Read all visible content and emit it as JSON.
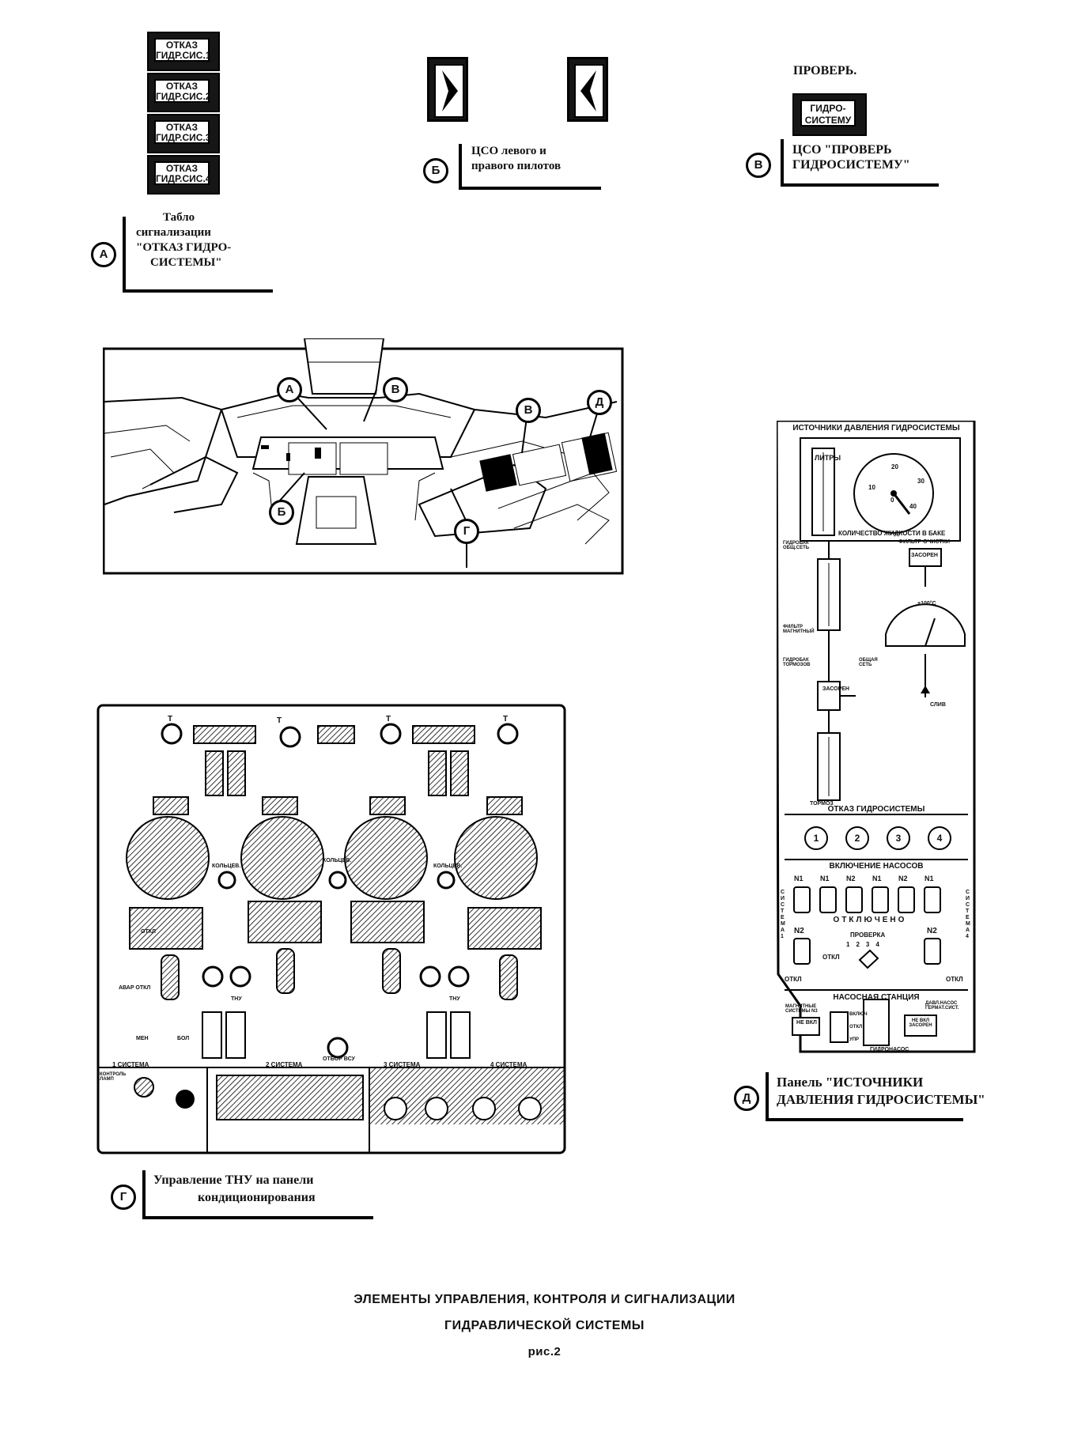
{
  "inset_a": {
    "lamps": [
      {
        "line1": "ОТКАЗ",
        "line2": "ГИДР.СИС.1"
      },
      {
        "line1": "ОТКАЗ",
        "line2": "ГИДР.СИС.2"
      },
      {
        "line1": "ОТКАЗ",
        "line2": "ГИДР.СИС.3"
      },
      {
        "line1": "ОТКАЗ",
        "line2": "ГИДР.СИС.4"
      }
    ],
    "marker": "А",
    "caption": [
      "Табло",
      "сигнализации",
      "\"ОТКАЗ ГИДРО-",
      "СИСТЕМЫ\""
    ]
  },
  "inset_b": {
    "marker": "Б",
    "caption": [
      "ЦСО левого и",
      "правого пилотов"
    ]
  },
  "inset_v": {
    "label_top": "ПРОВЕРЬ.",
    "lamp_line1": "ГИДРО-",
    "lamp_line2": "СИСТЕМУ",
    "marker": "В",
    "caption": [
      "ЦСО \"ПРОВЕРЬ",
      "ГИДРОСИСТЕМУ\""
    ]
  },
  "cockpit": {
    "markers": [
      "А",
      "В",
      "В",
      "Д",
      "Б",
      "Г"
    ]
  },
  "panel_d": {
    "title": "ИСТОЧНИКИ ДАВЛЕНИЯ ГИДРОСИСТЕМЫ",
    "qty_label": "КОЛИЧЕСТВО ЖИДКОСТИ В БАКЕ",
    "gauge_unit": "ЛИТРЫ",
    "gauge_ticks": [
      "0",
      "10",
      "20",
      "30",
      "40"
    ],
    "filter_label": "ФИЛЬТР ОЧИСТКИ",
    "clog_label": "ЗАСОРЕН",
    "clog_label_2": "ЗАСОРЕН",
    "gauge2_label": "+100°С",
    "line_labels": [
      "ГИДРОБАК ОБЩ.СЕТЬ",
      "ФИЛЬТР МАГНИТНЫЙ",
      "ГИДРОБАК ТОРМОЗОВ",
      "ОБЩАЯ СЕТЬ",
      "СЛИВ",
      "ТОРМОЗ"
    ],
    "fail_section": "ОТКАЗ ГИДРОСИСТЕМЫ",
    "fail_numbers": [
      "1",
      "2",
      "3",
      "4"
    ],
    "pump_section": "ВКЛЮЧЕНИЕ НАСОСОВ",
    "pump_labels": [
      "N1",
      "N1",
      "N2",
      "N1",
      "N2",
      "N1"
    ],
    "n2_labels": [
      "N2",
      "N2"
    ],
    "side_labels": [
      "СИСТЕМА 1",
      "СИСТЕМА 4"
    ],
    "off_text": "ОТКЛЮЧЕНО",
    "test_label": "ПРОВЕРКА",
    "otkl": "ОТКЛ",
    "otkl_left": "ОТКЛ",
    "otkl_right": "ОТКЛ",
    "dial_numbers": [
      "1",
      "2",
      "3",
      "4"
    ],
    "pump_station": "НАСОСНАЯ СТАНЦИЯ",
    "ps_left_label": "МАГНИТНЫЕ СИСТЕМЫ N3",
    "ps_btn": "НЕ ВКЛ",
    "ps_switch": [
      "ВКЛЮЧ",
      "ОТКЛ",
      "УПР"
    ],
    "ps_right_label": "ДАВЛ.НАСОС ГЕРМАТ.СИСТ.",
    "ps_right_btn": "НЕ ВКЛ ЗАСОРЕН",
    "ps_bottom": "ГИДРОНАСОС",
    "marker": "Д",
    "caption": [
      "Панель \"ИСТОЧНИКИ",
      "ДАВЛЕНИЯ ГИДРОСИСТЕМЫ\""
    ]
  },
  "panel_g": {
    "system_labels": [
      "1 СИСТЕМА",
      "2 СИСТЕМА",
      "3 СИСТЕМА",
      "4 СИСТЕМА"
    ],
    "ring_labels": [
      "КОЛЬЦЕВ.",
      "КОЛЬЦЕВ.",
      "КОЛЬЦЕВ."
    ],
    "t_labels": [
      "Т",
      "Т",
      "Т",
      "Т"
    ],
    "otkl": "ОТКЛ",
    "avar_label": "АВАР ОТКЛ",
    "men_label": "МЕН",
    "bol_label": "БОЛ",
    "bottom_left": "КОНТРОЛЬ ЛАМП",
    "center_label": "ОТБОР ВСУ",
    "tnu_labels": [
      "ТНУ",
      "ТНУ"
    ],
    "marker": "Г",
    "caption": [
      "Управление ТНУ на панели",
      "кондиционирования"
    ]
  },
  "figure": {
    "title_line1": "ЭЛЕМЕНТЫ УПРАВЛЕНИЯ, КОНТРОЛЯ И СИГНАЛИЗАЦИИ",
    "title_line2": "ГИДРАВЛИЧЕСКОЙ СИСТЕМЫ",
    "caption": "рис.2"
  }
}
